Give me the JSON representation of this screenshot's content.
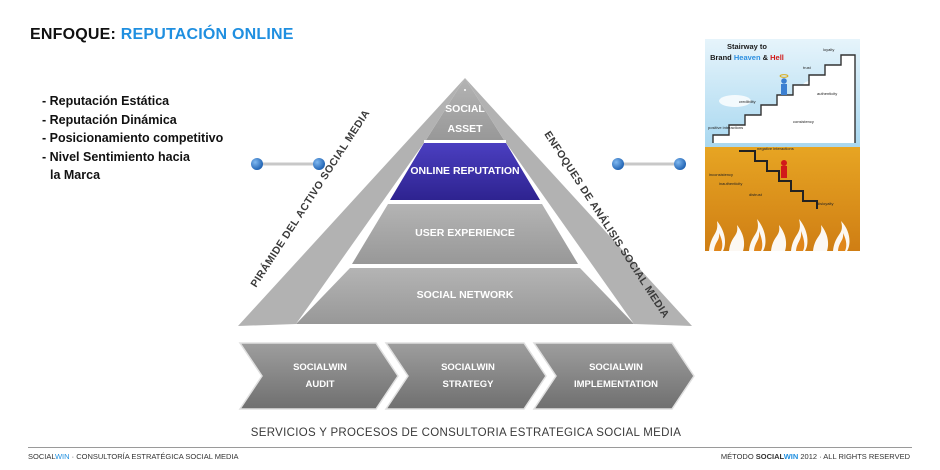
{
  "title": {
    "prefix": "ENFOQUE: ",
    "highlight": "REPUTACIÓN ONLINE"
  },
  "bullets": [
    "- Reputación Estática",
    "- Reputación Dinámica",
    "- Posicionamiento competitivo",
    "- Nivel Sentimiento hacia",
    "la Marca"
  ],
  "pyramid": {
    "left_side_label": "PIRÁMIDE DEL ACTIVO SOCIAL MEDIA",
    "right_side_label": "ENFOQUES DE ANÁLISIS SOCIAL MEDIA",
    "levels": [
      {
        "line1": "SOCIAL",
        "line2": "ASSET"
      },
      {
        "line1": "ONLINE REPUTATION",
        "highlighted": true
      },
      {
        "line1": "USER EXPERIENCE"
      },
      {
        "line1": "SOCIAL NETWORK"
      }
    ],
    "colors": {
      "gray": "#a6a6a6",
      "highlight": "#3c2fa8",
      "base_shadow": "#8c8c8c"
    }
  },
  "services": [
    {
      "line1": "SOCIALWIN",
      "line2": "AUDIT"
    },
    {
      "line1": "SOCIALWIN",
      "line2": "STRATEGY"
    },
    {
      "line1": "SOCIALWIN",
      "line2": "IMPLEMENTATION"
    }
  ],
  "services_caption": "SERVICIOS  Y PROCESOS DE CONSULTORIA ESTRATEGICA SOCIAL MEDIA",
  "stairway": {
    "title_line1": "Stairway to",
    "title_brand": "Brand ",
    "title_heaven": "Heaven",
    "title_amp": " & ",
    "title_hell": "Hell",
    "heaven_labels": [
      "loyalty",
      "trust",
      "authenticity",
      "credibility",
      "consistency",
      "positive interactions"
    ],
    "hell_labels": [
      "negative interactions",
      "inconsistency",
      "inauthenticity",
      "distrust",
      "disloyalty"
    ],
    "colors": {
      "sky": "#bfe3f6",
      "hell": "#e9a21e",
      "heaven_word": "#2d8fe0",
      "hell_word": "#d11a1a"
    }
  },
  "footer": {
    "left_brand_a": "SOCIAL",
    "left_brand_b": "WIN",
    "left_rest": " · CONSULTORÍA ESTRATÉGICA SOCIAL MEDIA",
    "right_prefix": "MÉTODO ",
    "right_brand_a": "SOCIAL",
    "right_brand_b": "WIN",
    "right_rest": " 2012 · ALL RIGHTS RESERVED"
  }
}
